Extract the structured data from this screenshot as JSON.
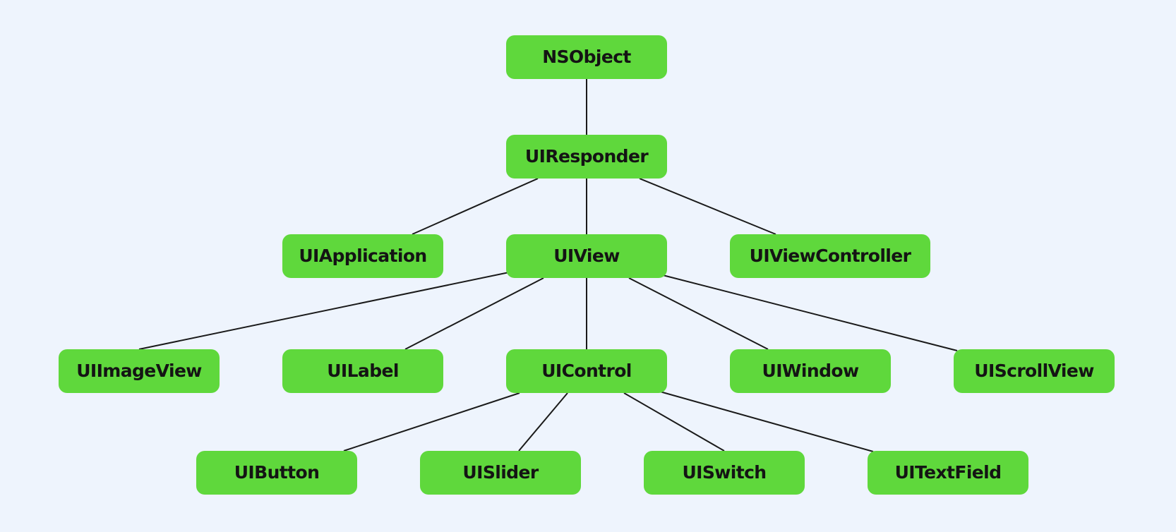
{
  "diagram": {
    "type": "class-hierarchy",
    "colors": {
      "background": "#eef4fd",
      "node_fill": "#5fd83c",
      "edge": "#1a1a1a",
      "text": "#141414"
    },
    "nodes": [
      {
        "id": "nsobject",
        "label": "NSObject"
      },
      {
        "id": "uiresponder",
        "label": "UIResponder"
      },
      {
        "id": "uiapplication",
        "label": "UIApplication"
      },
      {
        "id": "uiview",
        "label": "UIView"
      },
      {
        "id": "uiviewcontroller",
        "label": "UIViewController"
      },
      {
        "id": "uiimageview",
        "label": "UIImageView"
      },
      {
        "id": "uilabel",
        "label": "UILabel"
      },
      {
        "id": "uicontrol",
        "label": "UIControl"
      },
      {
        "id": "uiwindow",
        "label": "UIWindow"
      },
      {
        "id": "uiscrollview",
        "label": "UIScrollView"
      },
      {
        "id": "uibutton",
        "label": "UIButton"
      },
      {
        "id": "uislider",
        "label": "UISlider"
      },
      {
        "id": "uiswitch",
        "label": "UISwitch"
      },
      {
        "id": "uitextfield",
        "label": "UITextField"
      }
    ],
    "edges": [
      {
        "from": "nsobject",
        "to": "uiresponder"
      },
      {
        "from": "uiresponder",
        "to": "uiapplication"
      },
      {
        "from": "uiresponder",
        "to": "uiview"
      },
      {
        "from": "uiresponder",
        "to": "uiviewcontroller"
      },
      {
        "from": "uiview",
        "to": "uiimageview"
      },
      {
        "from": "uiview",
        "to": "uilabel"
      },
      {
        "from": "uiview",
        "to": "uicontrol"
      },
      {
        "from": "uiview",
        "to": "uiwindow"
      },
      {
        "from": "uiview",
        "to": "uiscrollview"
      },
      {
        "from": "uicontrol",
        "to": "uibutton"
      },
      {
        "from": "uicontrol",
        "to": "uislider"
      },
      {
        "from": "uicontrol",
        "to": "uiswitch"
      },
      {
        "from": "uicontrol",
        "to": "uitextfield"
      }
    ]
  }
}
